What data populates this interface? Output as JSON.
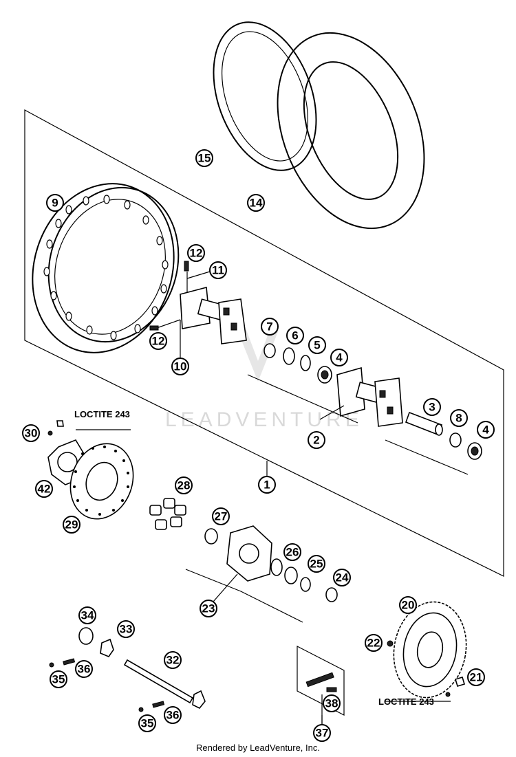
{
  "callouts": [
    "1",
    "2",
    "3",
    "4",
    "5",
    "6",
    "7",
    "8",
    "9",
    "10",
    "11",
    "12",
    "14",
    "15",
    "20",
    "21",
    "22",
    "23",
    "24",
    "25",
    "26",
    "27",
    "28",
    "29",
    "30",
    "32",
    "33",
    "34",
    "35",
    "36",
    "37",
    "38",
    "42"
  ],
  "notes": {
    "loctite_left": "LOCTITE 243",
    "loctite_right": "LOCTITE 243"
  },
  "watermark": "LEADVENTURE",
  "footer": "Rendered by LeadVenture, Inc."
}
